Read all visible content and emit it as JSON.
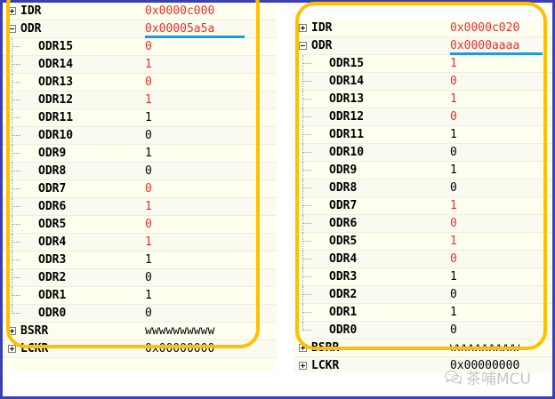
{
  "window": {
    "frame_color": "#3b3fb5",
    "background": "#ffffff"
  },
  "annotation": {
    "color": "#ffc000",
    "shape": "rounded-rectangle",
    "count": 2
  },
  "edit_indicator": {
    "color": "#1b9ae8",
    "style": "underline"
  },
  "colors": {
    "changed_value": "#e8302a",
    "static_value": "#000000",
    "row_background": "#fffff0",
    "row_background_alt": "#fafaf0"
  },
  "panels": [
    {
      "id": "left",
      "rows": [
        {
          "name": "IDR",
          "value": "0x0000c000",
          "changed": true,
          "kind": "register",
          "expander": "plus"
        },
        {
          "name": "ODR",
          "value": "0x00005a5a",
          "changed": true,
          "kind": "register",
          "expander": "minus",
          "edit_underline": true
        },
        {
          "name": "ODR15",
          "value": "0",
          "changed": true,
          "kind": "bit"
        },
        {
          "name": "ODR14",
          "value": "1",
          "changed": true,
          "kind": "bit"
        },
        {
          "name": "ODR13",
          "value": "0",
          "changed": true,
          "kind": "bit"
        },
        {
          "name": "ODR12",
          "value": "1",
          "changed": true,
          "kind": "bit"
        },
        {
          "name": "ODR11",
          "value": "1",
          "changed": false,
          "kind": "bit"
        },
        {
          "name": "ODR10",
          "value": "0",
          "changed": false,
          "kind": "bit"
        },
        {
          "name": "ODR9",
          "value": "1",
          "changed": false,
          "kind": "bit"
        },
        {
          "name": "ODR8",
          "value": "0",
          "changed": false,
          "kind": "bit"
        },
        {
          "name": "ODR7",
          "value": "0",
          "changed": true,
          "kind": "bit"
        },
        {
          "name": "ODR6",
          "value": "1",
          "changed": true,
          "kind": "bit"
        },
        {
          "name": "ODR5",
          "value": "0",
          "changed": true,
          "kind": "bit"
        },
        {
          "name": "ODR4",
          "value": "1",
          "changed": true,
          "kind": "bit"
        },
        {
          "name": "ODR3",
          "value": "1",
          "changed": false,
          "kind": "bit"
        },
        {
          "name": "ODR2",
          "value": "0",
          "changed": false,
          "kind": "bit"
        },
        {
          "name": "ODR1",
          "value": "1",
          "changed": false,
          "kind": "bit"
        },
        {
          "name": "ODR0",
          "value": "0",
          "changed": false,
          "kind": "bit"
        },
        {
          "name": "BSRR",
          "value": "wwwwwwwwww",
          "changed": false,
          "kind": "register",
          "expander": "plus"
        },
        {
          "name": "LCKR",
          "value": "0x00000000",
          "changed": false,
          "kind": "register",
          "expander": "plus"
        }
      ]
    },
    {
      "id": "right",
      "rows": [
        {
          "name": "IDR",
          "value": "0x0000c020",
          "changed": true,
          "kind": "register",
          "expander": "plus"
        },
        {
          "name": "ODR",
          "value": "0x0000aaaa",
          "changed": true,
          "kind": "register",
          "expander": "minus",
          "edit_underline": true
        },
        {
          "name": "ODR15",
          "value": "1",
          "changed": true,
          "kind": "bit"
        },
        {
          "name": "ODR14",
          "value": "0",
          "changed": true,
          "kind": "bit"
        },
        {
          "name": "ODR13",
          "value": "1",
          "changed": true,
          "kind": "bit"
        },
        {
          "name": "ODR12",
          "value": "0",
          "changed": true,
          "kind": "bit"
        },
        {
          "name": "ODR11",
          "value": "1",
          "changed": false,
          "kind": "bit"
        },
        {
          "name": "ODR10",
          "value": "0",
          "changed": false,
          "kind": "bit"
        },
        {
          "name": "ODR9",
          "value": "1",
          "changed": false,
          "kind": "bit"
        },
        {
          "name": "ODR8",
          "value": "0",
          "changed": false,
          "kind": "bit"
        },
        {
          "name": "ODR7",
          "value": "1",
          "changed": true,
          "kind": "bit"
        },
        {
          "name": "ODR6",
          "value": "0",
          "changed": true,
          "kind": "bit"
        },
        {
          "name": "ODR5",
          "value": "1",
          "changed": true,
          "kind": "bit"
        },
        {
          "name": "ODR4",
          "value": "0",
          "changed": true,
          "kind": "bit"
        },
        {
          "name": "ODR3",
          "value": "1",
          "changed": false,
          "kind": "bit"
        },
        {
          "name": "ODR2",
          "value": "0",
          "changed": false,
          "kind": "bit"
        },
        {
          "name": "ODR1",
          "value": "1",
          "changed": false,
          "kind": "bit"
        },
        {
          "name": "ODR0",
          "value": "0",
          "changed": false,
          "kind": "bit"
        },
        {
          "name": "BSRR",
          "value": "wwwwwwwwww",
          "changed": false,
          "kind": "register",
          "expander": "plus"
        },
        {
          "name": "LCKR",
          "value": "0x00000000",
          "changed": false,
          "kind": "register",
          "expander": "plus"
        }
      ]
    }
  ],
  "watermark": {
    "text": "茶哺MCU",
    "logo": "wechat-logo"
  }
}
